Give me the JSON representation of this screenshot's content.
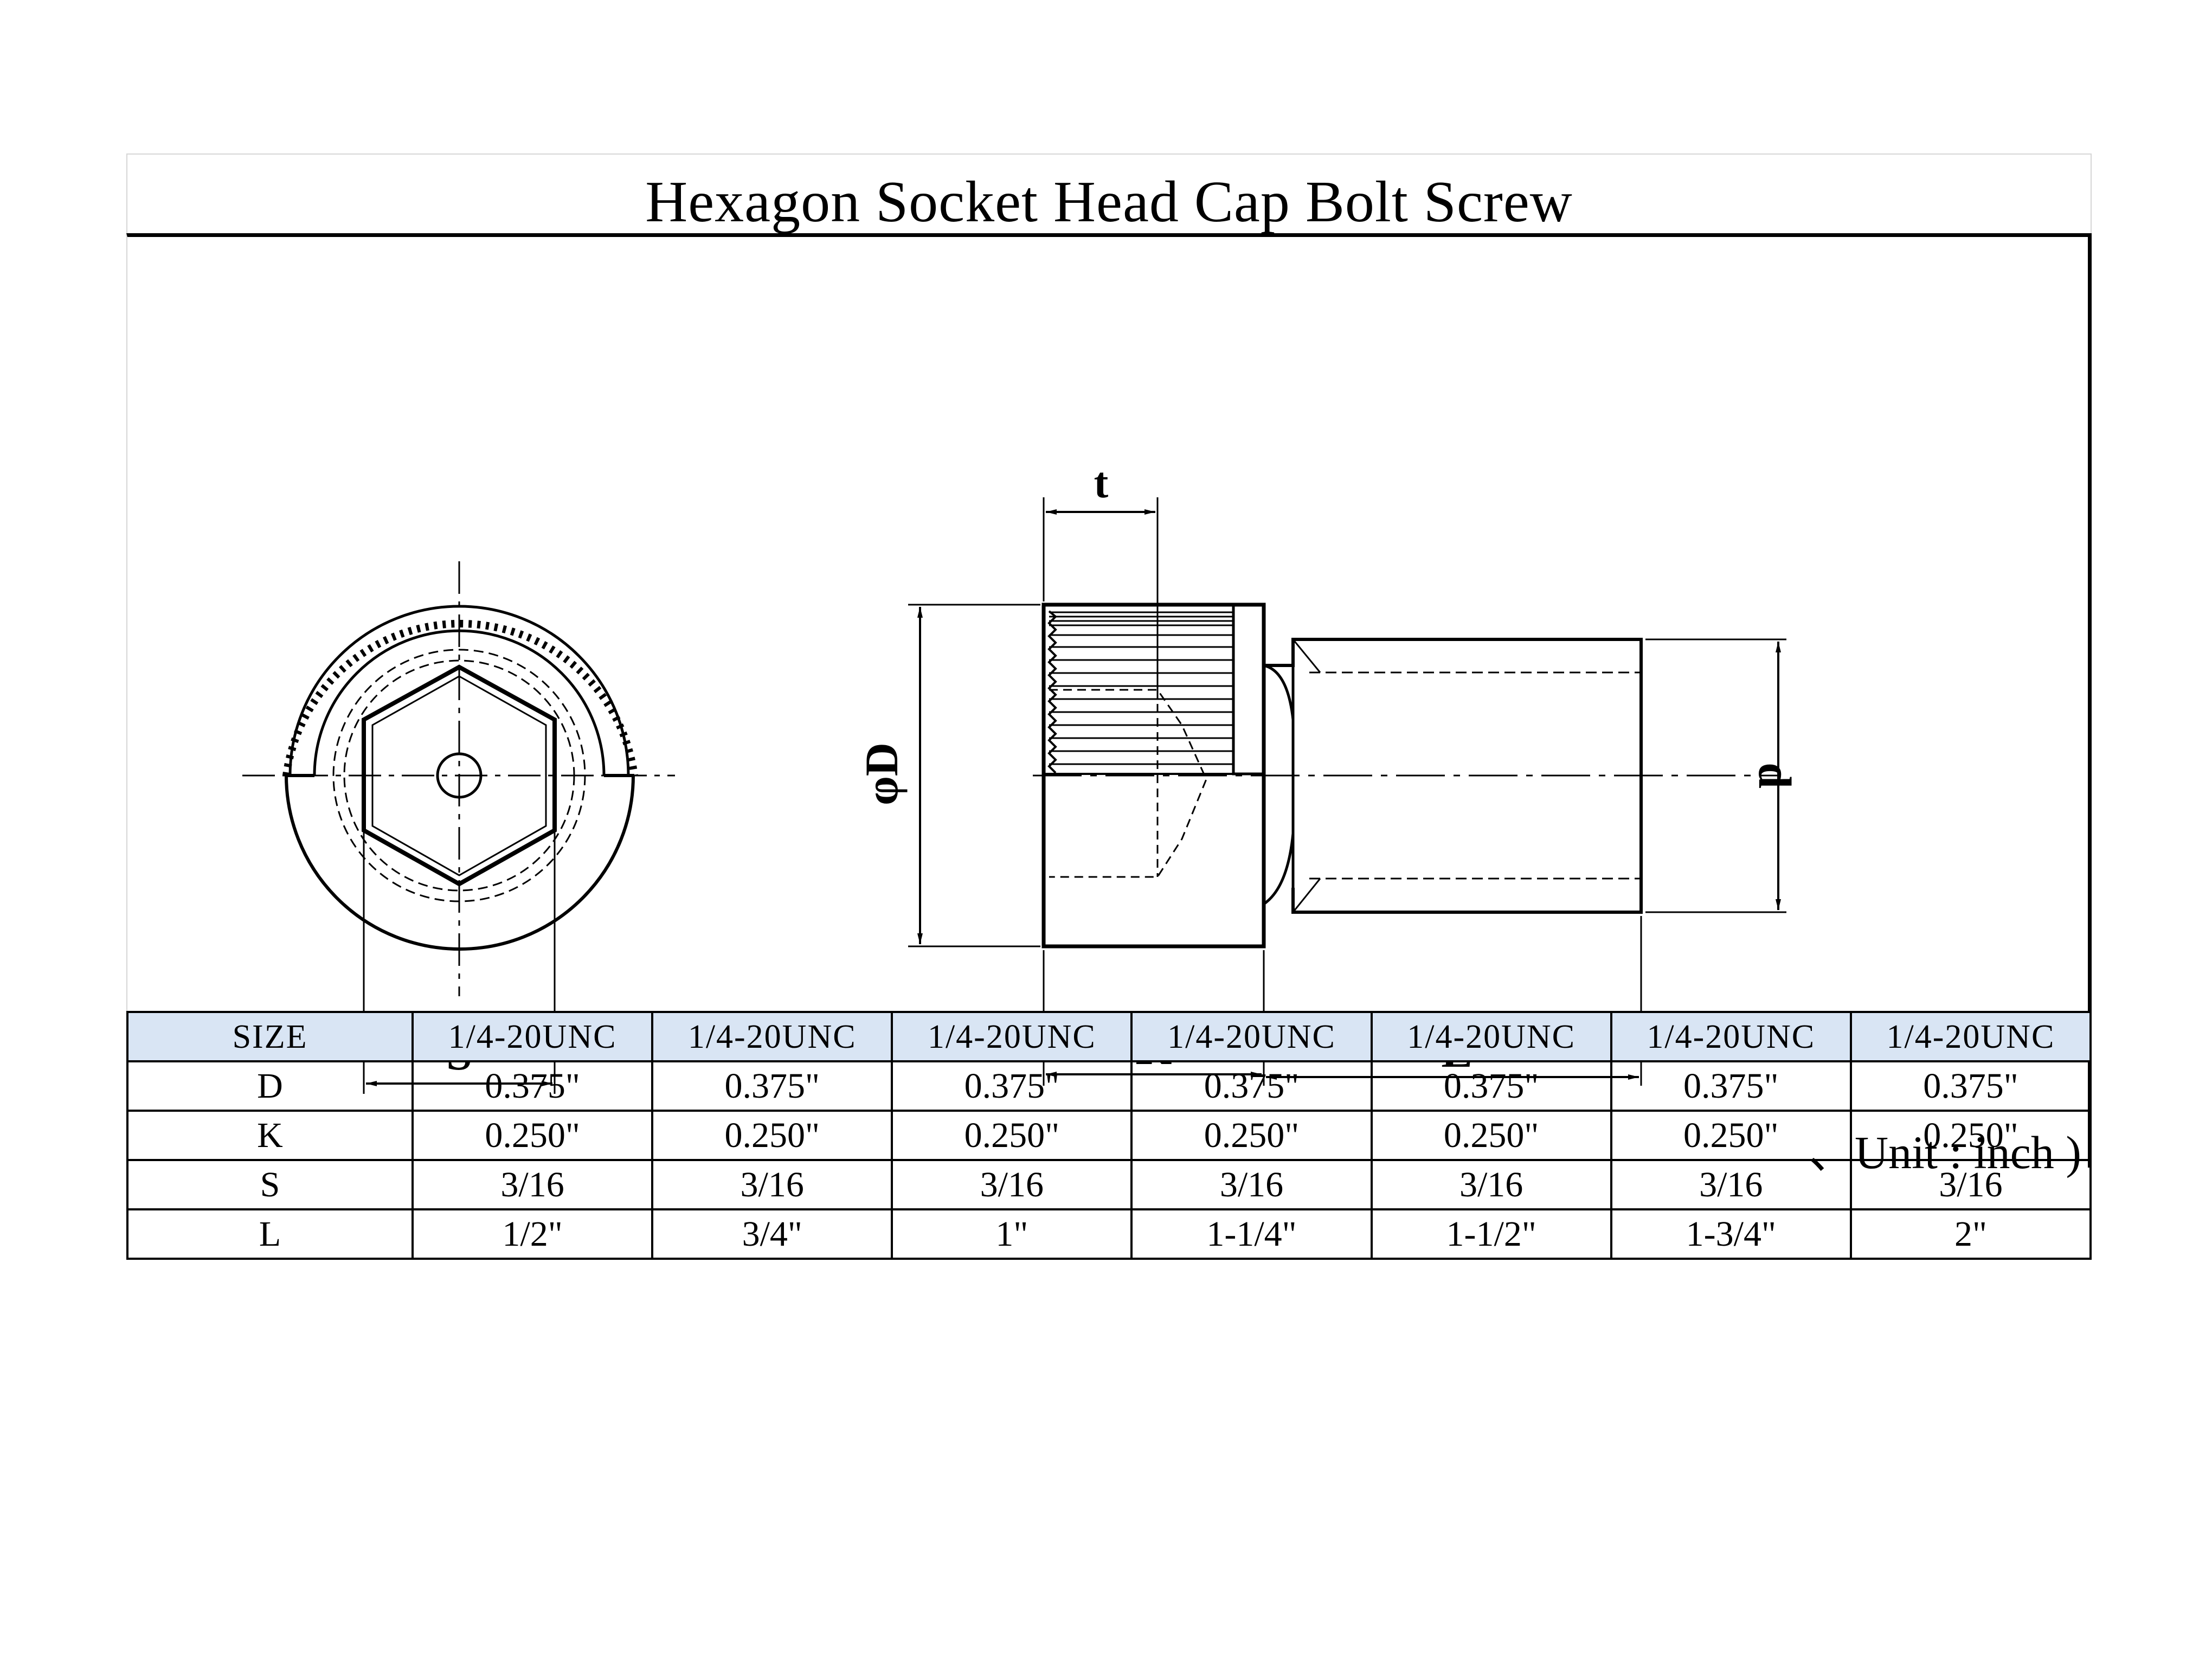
{
  "title": "Hexagon Socket Head Cap Bolt Screw",
  "unit_label": "、Unit : inch )",
  "dimension_labels": {
    "t": "t",
    "D": "φD",
    "d": "d",
    "S": "S",
    "K": "K",
    "L": "L"
  },
  "table": {
    "header": [
      "SIZE",
      "1/4-20UNC",
      "1/4-20UNC",
      "1/4-20UNC",
      "1/4-20UNC",
      "1/4-20UNC",
      "1/4-20UNC",
      "1/4-20UNC"
    ],
    "rows": [
      [
        "D",
        "0.375\"",
        "0.375\"",
        "0.375\"",
        "0.375\"",
        "0.375\"",
        "0.375\"",
        "0.375\""
      ],
      [
        "K",
        "0.250\"",
        "0.250\"",
        "0.250\"",
        "0.250\"",
        "0.250\"",
        "0.250\"",
        "0.250\""
      ],
      [
        "S",
        "3/16",
        "3/16",
        "3/16",
        "3/16",
        "3/16",
        "3/16",
        "3/16"
      ],
      [
        "L",
        "1/2\"",
        "3/4\"",
        "1\"",
        "1-1/4\"",
        "1-1/2\"",
        "1-3/4\"",
        "2\""
      ]
    ]
  },
  "colors": {
    "header_fill": "#d9e5f4",
    "line": "#000000"
  }
}
